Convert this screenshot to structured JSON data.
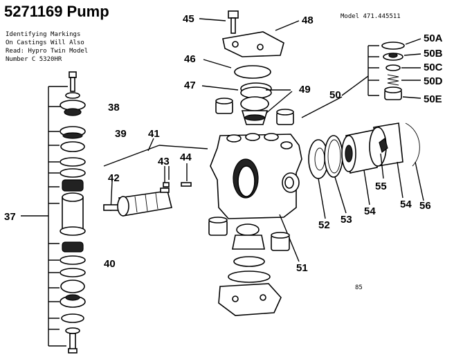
{
  "title": "5271169 Pump",
  "notes": [
    "Identifying Markings",
    "On Castings Will Also",
    "Read: Hypro Twin Model",
    "Number C 5320HR"
  ],
  "model": "Model 471.445511",
  "page_number": "85",
  "labels": {
    "p37": "37",
    "p38": "38",
    "p39": "39",
    "p40": "40",
    "p41": "41",
    "p42": "42",
    "p43": "43",
    "p44": "44",
    "p45": "45",
    "p46": "46",
    "p47": "47",
    "p48": "48",
    "p49": "49",
    "p50": "50",
    "p50a": "50A",
    "p50b": "50B",
    "p50c": "50C",
    "p50d": "50D",
    "p50e": "50E",
    "p51": "51",
    "p52": "52",
    "p53": "53",
    "p54a": "54",
    "p54b": "54",
    "p55": "55",
    "p56": "56"
  }
}
